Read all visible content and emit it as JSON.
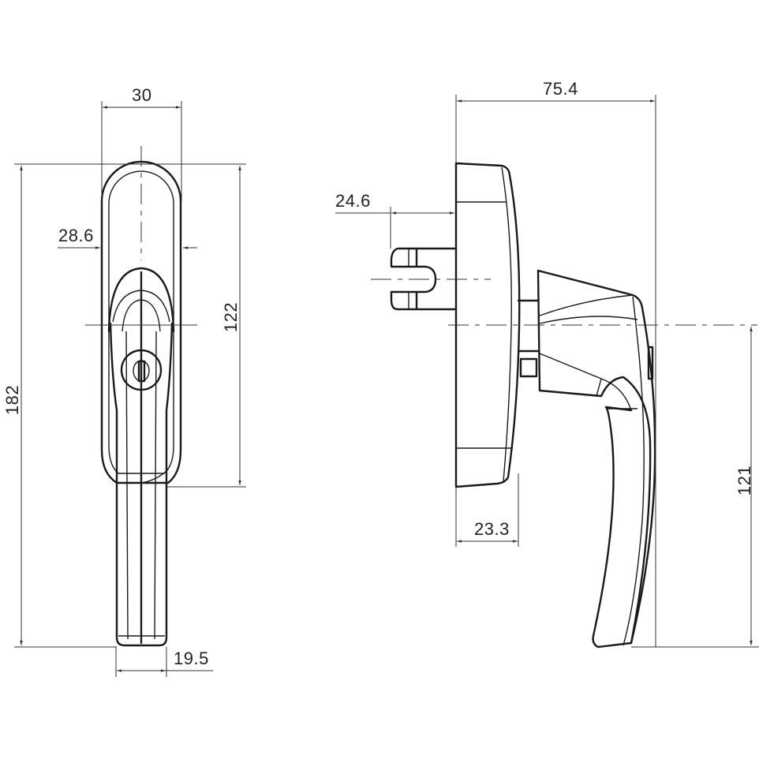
{
  "drawing": {
    "subject": "Window handle with lock – technical dimension drawing",
    "stroke_color": "#1a1a1a",
    "background": "#ffffff"
  },
  "front_view": {
    "width_top": "30",
    "rose_inner_width": "28.6",
    "total_height": "182",
    "rose_height": "122",
    "lever_width": "19.5"
  },
  "side_view": {
    "total_depth": "75.4",
    "spindle_length": "24.6",
    "base_thickness": "23.3",
    "lever_drop": "121"
  }
}
